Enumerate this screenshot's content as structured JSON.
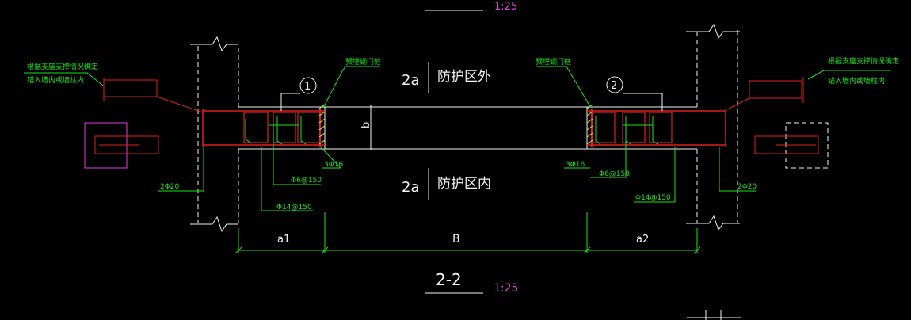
{
  "colors": {
    "background": "#000000",
    "line_white": "#f2f2f2",
    "line_green": "#19e619",
    "line_red": "#e01f1f",
    "line_magenta": "#e23ee2",
    "hatch_yellow": "#e6e619"
  },
  "section": {
    "title": "2-2",
    "scale": "1:25",
    "top_scale": "1:25"
  },
  "zones": {
    "outer_label": "防护区外",
    "outer_thickness": "2a",
    "inner_label": "防护区内",
    "inner_thickness": "2a",
    "height_mark": "b"
  },
  "callouts": {
    "detail_1": "1",
    "detail_2": "2",
    "left_note_line1": "根据支座支撑情况确定",
    "left_note_line2": "锚入墙内或墙柱内",
    "right_note_line1": "根据支座支撑情况确定",
    "right_note_line2": "锚入墙内或墙柱内",
    "left_frame_label": "预埋钢门框",
    "right_frame_label": "预埋钢门框"
  },
  "rebar": {
    "left_corner": "2Φ20",
    "right_corner": "2Φ20",
    "left_edge": "3Φ16",
    "right_edge": "3Φ16",
    "left_stirrup": "Φ6@150",
    "right_stirrup": "Φ6@150",
    "left_main": "Φ14@150",
    "right_main": "Φ14@150"
  },
  "dimensions": {
    "left": "a1",
    "middle": "B",
    "right": "a2"
  }
}
